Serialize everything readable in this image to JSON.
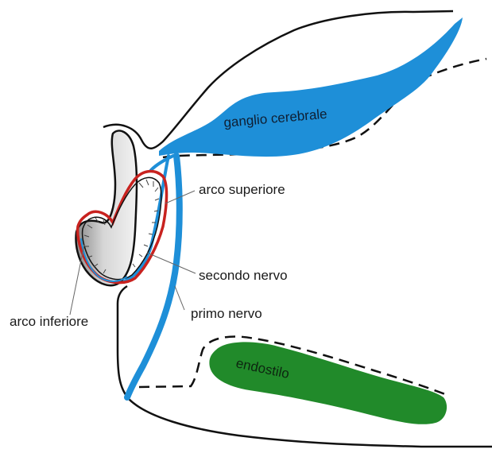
{
  "labels": {
    "ganglio": "ganglio cerebrale",
    "arco_superiore": "arco superiore",
    "secondo_nervo": "secondo nervo",
    "primo_nervo": "primo nervo",
    "arco_inferiore": "arco inferiore",
    "endostilo": "endostilo"
  },
  "colors": {
    "ganglion": "#1e8fd8",
    "nerve": "#1e8fd8",
    "endostyle": "#218a2a",
    "arc": "#c8221f",
    "cartilage_fill": "#c8c8c8",
    "outline": "#111111"
  }
}
